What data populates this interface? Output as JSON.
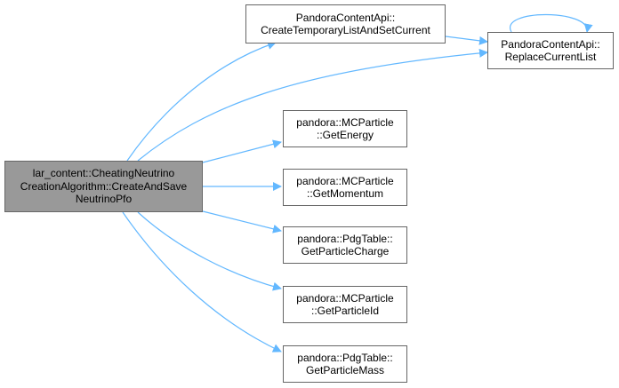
{
  "graph": {
    "root": {
      "lines": [
        "lar_content::CheatingNeutrino",
        "CreationAlgorithm::CreateAndSave",
        "NeutrinoPfo"
      ]
    },
    "callees": [
      {
        "id": "create-temp",
        "lines": [
          "PandoraContentApi::",
          "CreateTemporaryListAndSetCurrent"
        ]
      },
      {
        "id": "replace-current",
        "lines": [
          "PandoraContentApi::",
          "ReplaceCurrentList"
        ]
      },
      {
        "id": "get-energy",
        "lines": [
          "pandora::MCParticle",
          "::GetEnergy"
        ]
      },
      {
        "id": "get-momentum",
        "lines": [
          "pandora::MCParticle",
          "::GetMomentum"
        ]
      },
      {
        "id": "get-particle-charge",
        "lines": [
          "pandora::PdgTable::",
          "GetParticleCharge"
        ]
      },
      {
        "id": "get-particle-id",
        "lines": [
          "pandora::MCParticle",
          "::GetParticleId"
        ]
      },
      {
        "id": "get-particle-mass",
        "lines": [
          "pandora::PdgTable::",
          "GetParticleMass"
        ]
      }
    ],
    "edges": [
      [
        "root",
        "create-temp"
      ],
      [
        "root",
        "replace-current"
      ],
      [
        "create-temp",
        "replace-current"
      ],
      [
        "replace-current",
        "replace-current"
      ],
      [
        "root",
        "get-energy"
      ],
      [
        "root",
        "get-momentum"
      ],
      [
        "root",
        "get-particle-charge"
      ],
      [
        "root",
        "get-particle-id"
      ],
      [
        "root",
        "get-particle-mass"
      ]
    ],
    "colors": {
      "edge": "#63b8ff",
      "root_fill": "#999999",
      "node_border": "#666666",
      "node_fill": "#ffffff"
    }
  }
}
